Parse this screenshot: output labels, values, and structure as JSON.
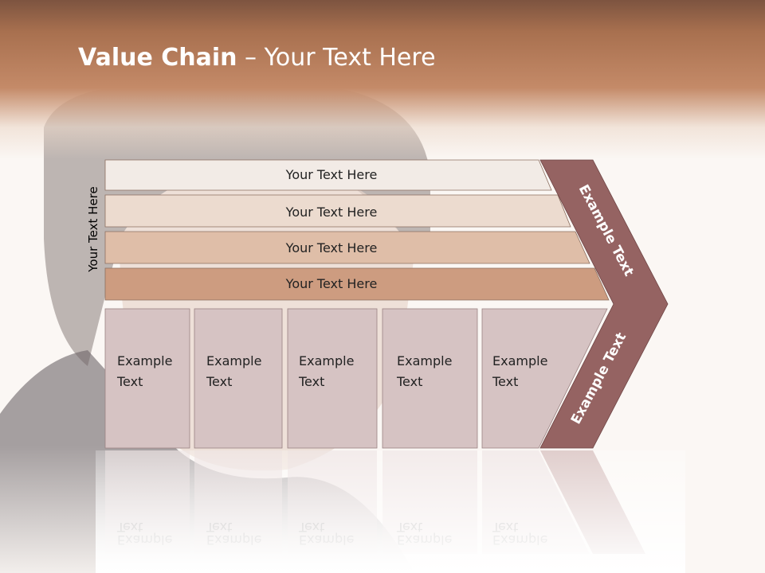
{
  "title": {
    "bold": "Value Chain",
    "rest": " – Your Text Here"
  },
  "side_label": "Your Text Here",
  "rows": [
    "Your Text Here",
    "Your Text Here",
    "Your Text Here",
    "Your Text Here"
  ],
  "boxes": [
    {
      "line1": "Example",
      "line2": "Text"
    },
    {
      "line1": "Example",
      "line2": "Text"
    },
    {
      "line1": "Example",
      "line2": "Text"
    },
    {
      "line1": "Example",
      "line2": "Text"
    },
    {
      "line1": "Example",
      "line2": "Text"
    }
  ],
  "chevron": {
    "upper": "Example Text",
    "lower": "Example Text"
  },
  "colors": {
    "row1": "#f2ebe6",
    "row2": "#ecdbcf",
    "row3": "#dfbea8",
    "row4": "#cd9c80",
    "box": "#d6c3c3",
    "chevron": "#956362"
  }
}
